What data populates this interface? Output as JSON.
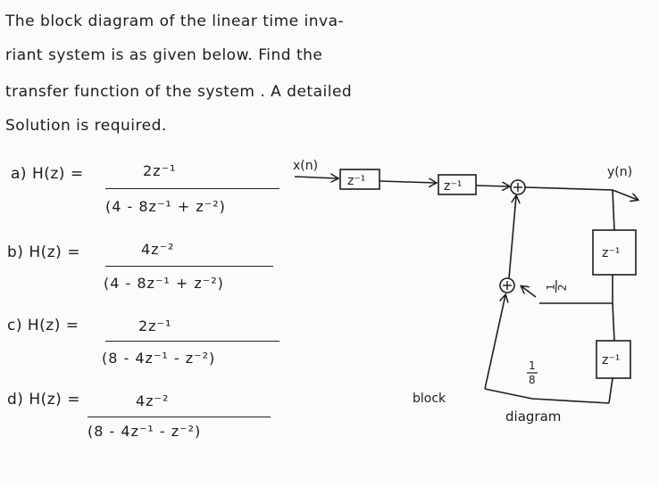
{
  "problem": {
    "line1": "The   block   diagram   of   the   linear time   inva-",
    "line2": "riant   system   is   as   given  below.  Find  the",
    "line3": "transfer   function   of   the  system .  A  detailed",
    "line4": "Solution   is   required."
  },
  "options": [
    {
      "label": "a) H(z) =",
      "numerator": "2z⁻¹",
      "denominator": "(4 - 8z⁻¹ + z⁻²)"
    },
    {
      "label": "b) H(z) =",
      "numerator": "4z⁻²",
      "denominator": "(4 - 8z⁻¹ + z⁻²)"
    },
    {
      "label": "c) H(z) =",
      "numerator": "2z⁻¹",
      "denominator": "(8 - 4z⁻¹ - z⁻²)"
    },
    {
      "label": "d) H(z) =",
      "numerator": "4z⁻²",
      "denominator": "(8 - 4z⁻¹ - z⁻²)"
    }
  ],
  "diagram": {
    "input_label": "x(n)",
    "output_label": "y(n)",
    "delay_label": "z⁻¹",
    "adder_symbol": "+",
    "gain_half_num": "1",
    "gain_half_den": "2",
    "gain_eighth_num": "1",
    "gain_eighth_den": "8",
    "caption_block": "block",
    "caption_diagram": "diagram"
  }
}
